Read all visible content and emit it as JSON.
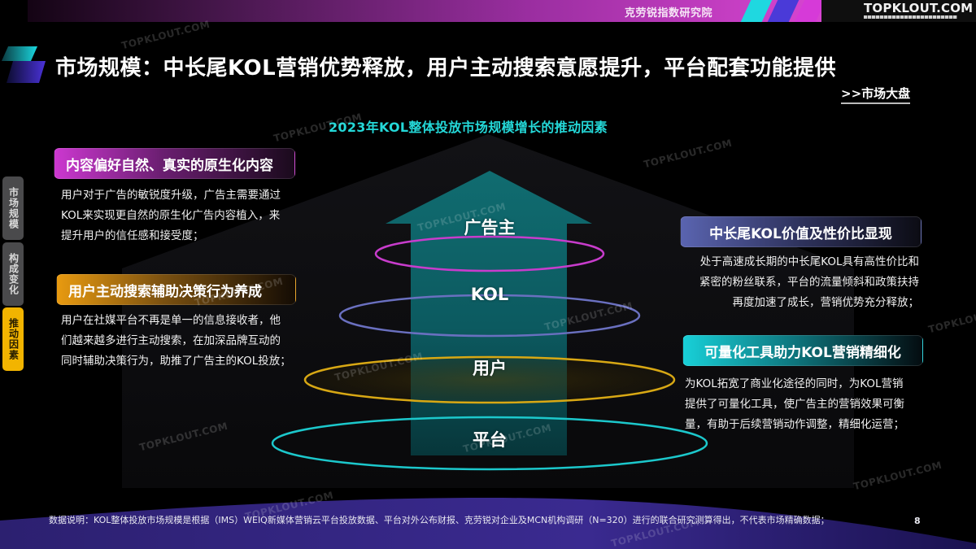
{
  "header": {
    "institute": "克劳锐指数研究院",
    "logo": "TOPKLOUT.COM",
    "colors": {
      "banner_start": "#140414",
      "banner_end": "#e048d8",
      "stripe_cyan": "#1fd8e0",
      "stripe_purple": "#4a3ad8",
      "stripe_pink": "#d63ad8"
    }
  },
  "title": "市场规模：中长尾KOL营销优势释放，用户主动搜索意愿提升，平台配套功能提供",
  "market_link": ">>市场大盘",
  "side_tabs": [
    {
      "label": "市场规模",
      "active": false
    },
    {
      "label": "构成变化",
      "active": false
    },
    {
      "label": "推动因素",
      "active": true
    }
  ],
  "diagram": {
    "title": "2023年KOL整体投放市场规模增长的推动因素",
    "layers": [
      {
        "label": "广告主",
        "ring_color": "#c83ccc"
      },
      {
        "label": "KOL",
        "ring_color": "#6a70c0"
      },
      {
        "label": "用户",
        "ring_color": "#d8a814"
      },
      {
        "label": "平台",
        "ring_color": "#1cc8cc"
      }
    ],
    "arrow_color": "#0f6a6e"
  },
  "factors": {
    "left": [
      {
        "heading": "内容偏好自然、真实的原生化内容",
        "lines": [
          "用户对于广告的敏锐度升级，广告主需要通过",
          "KOL来实现更自然的原生化广告内容植入，来",
          "提升用户的信任感和接受度；"
        ]
      },
      {
        "heading": "用户主动搜索辅助决策行为养成",
        "lines": [
          "用户在社媒平台不再是单一的信息接收者，他",
          "们越来越多进行主动搜索，在加深品牌互动的",
          "同时辅助决策行为，助推了广告主的KOL投放；"
        ]
      }
    ],
    "right": [
      {
        "heading": "中长尾KOL价值及性价比显现",
        "lines": [
          "处于高速成长期的中长尾KOL具有高性价比和",
          "紧密的粉丝联系，平台的流量倾斜和政策扶持",
          "再度加速了成长，营销优势充分释放；"
        ]
      },
      {
        "heading": "可量化工具助力KOL营销精细化",
        "lines": [
          "为KOL拓宽了商业化途径的同时，为KOL营销",
          "提供了可量化工具，使广告主的营销效果可衡",
          "量，有助于后续营销动作调整，精细化运营；"
        ]
      }
    ]
  },
  "footer": {
    "note": "数据说明：KOL整体投放市场规模是根据（IMS）WEIQ新媒体营销云平台投放数据、平台对外公布财报、克劳锐对企业及MCN机构调研（N=320）进行的联合研究测算得出，不代表市场精确数据；",
    "page": "8"
  },
  "watermark": "TOPKLOUT.COM"
}
